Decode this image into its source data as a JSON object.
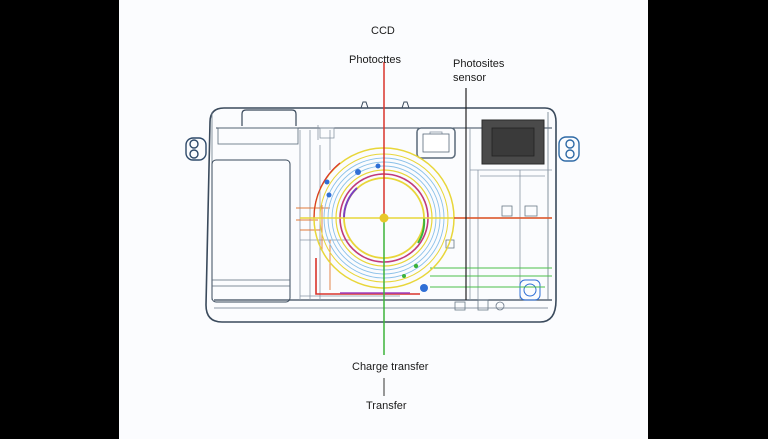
{
  "diagram": {
    "title": "CCD",
    "labels": {
      "top_left": "Photocttes",
      "top_right_line1": "Photosites",
      "top_right_line2": "sensor",
      "bottom_1": "Charge transfer",
      "bottom_2": "Transfer"
    },
    "colors": {
      "background": "#fbfcfe",
      "letterbox": "#000000",
      "outline": "#3a4a5c",
      "red_axis": "#d9342b",
      "green_axis": "#3db33a",
      "yellow_ring": "#e8d63a",
      "blue_detail": "#2f6fd6",
      "sensor_dark": "#3d3d3d"
    }
  }
}
